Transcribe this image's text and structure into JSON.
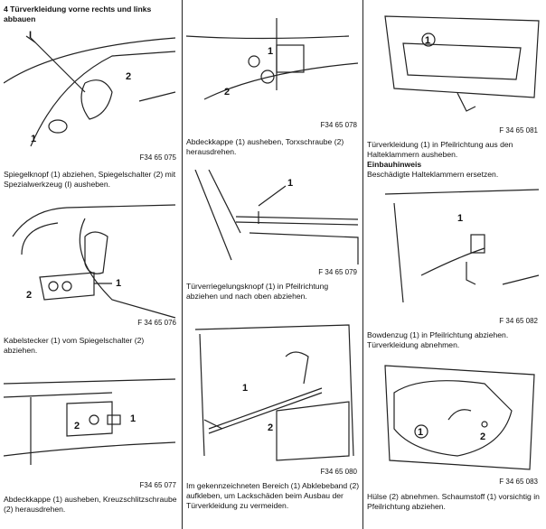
{
  "title": "4 Türverkleidung vorne rechts und links abbauen",
  "col1": [
    {
      "fig": "F34 65 075",
      "caption": "Spiegelknopf (1) abziehen, Spiegelschalter (2) mit Spezialwerkzeug (I) ausheben.",
      "callouts": [
        "I",
        "1",
        "2"
      ]
    },
    {
      "fig": "F 34 65 076",
      "caption": "Kabelstecker (1) vom Spiegelschalter (2) abziehen.",
      "callouts": [
        "1",
        "2"
      ]
    },
    {
      "fig": "F34 65 077",
      "caption": "Abdeckkappe (1) ausheben, Kreuzschlitzschraube (2) herausdrehen.",
      "callouts": [
        "1",
        "2"
      ]
    }
  ],
  "col2": [
    {
      "fig": "F34 65 078",
      "caption": "Abdeckkappe (1) ausheben, Torxschraube (2) herausdrehen.",
      "callouts": [
        "1",
        "2"
      ]
    },
    {
      "fig": "F 34 65 079",
      "caption": "Türverriegelungsknopf (1) in Pfeilrichtung abziehen und nach oben abziehen.",
      "callouts": [
        "1"
      ]
    },
    {
      "fig": "F34 65 080",
      "caption": "Im gekennzeichneten Bereich (1) Abklebeband (2) aufkleben, um Lackschäden beim Ausbau der Türverkleidung zu vermeiden.",
      "callouts": [
        "1",
        "2"
      ]
    }
  ],
  "col3": [
    {
      "fig": "F 34 65 081",
      "caption": "Türverkleidung (1) in Pfeilrichtung aus den Halteklammern ausheben.",
      "note_heading": "Einbauhinweis",
      "note": "Beschädigte Halteklammern ersetzen.",
      "callouts": [
        "1"
      ]
    },
    {
      "fig": "F 34 65 082",
      "caption": "Bowdenzug (1) in Pfeilrichtung abziehen. Türverkleidung abnehmen.",
      "callouts": [
        "1"
      ]
    },
    {
      "fig": "F 34 65 083",
      "caption": "Hülse (2) abnehmen. Schaumstoff (1) vorsichtig in Pfeilrichtung abziehen.",
      "callouts": [
        "1",
        "2"
      ]
    }
  ]
}
